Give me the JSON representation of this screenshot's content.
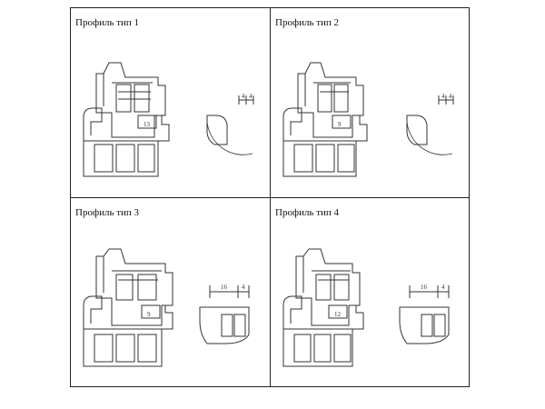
{
  "panels": [
    {
      "title": "Профиль тип 1",
      "dim_a": "4",
      "dim_b": "4",
      "dim_c": "13"
    },
    {
      "title": "Профиль тип 2",
      "dim_a": "4",
      "dim_b": "4",
      "dim_c": "9"
    },
    {
      "title": "Профиль тип 3",
      "dim_a": "16",
      "dim_b": "4",
      "dim_c": "9"
    },
    {
      "title": "Профиль тип 4",
      "dim_a": "16",
      "dim_b": "4",
      "dim_c": "12"
    }
  ],
  "colors": {
    "line": "#333333",
    "fill": "#f2f2f2"
  }
}
